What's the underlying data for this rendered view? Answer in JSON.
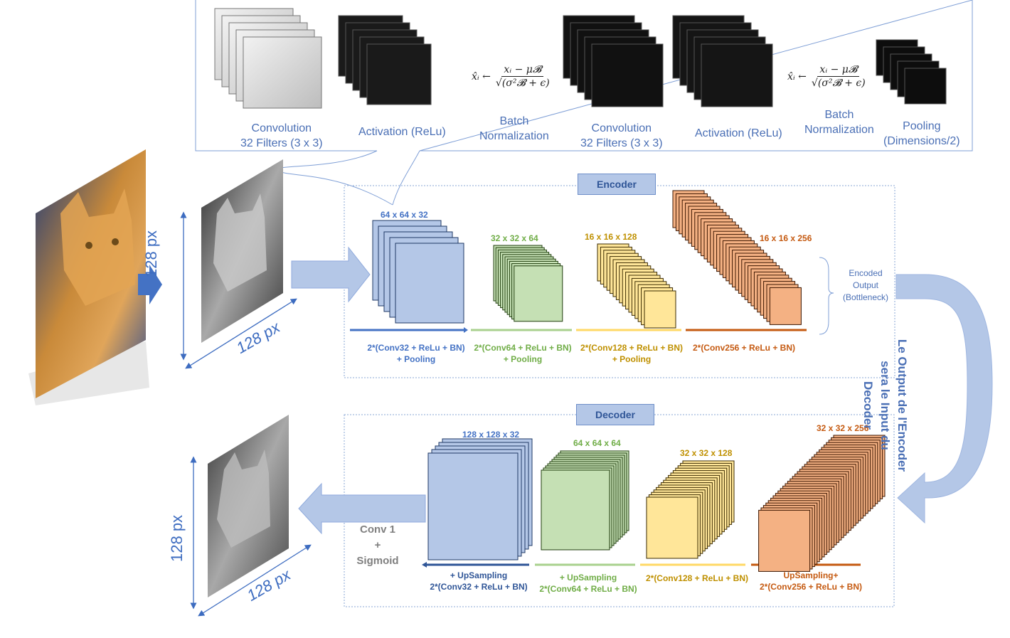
{
  "colors": {
    "blue": "#b4c7e7",
    "blue_edge": "#2f5597",
    "blue_text": "#4a6fb5",
    "green": "#c5e0b4",
    "green_text": "#70ad47",
    "yellow": "#ffe699",
    "yellow_text": "#bf9000",
    "orange": "#f4b183",
    "orange_text": "#c55a11",
    "arrow": "#b4c7e7"
  },
  "icons": {
    "input": "cat-color-photo-icon",
    "grayscale": "cat-grayscale-photo-icon",
    "output": "cat-reconstructed-photo-icon"
  },
  "detail": {
    "steps": [
      {
        "label": "Convolution\n32 Filters (3 x 3)",
        "icon": "feature-map-stack-icon"
      },
      {
        "label": "Activation (ReLu)",
        "icon": "feature-map-stack-icon"
      },
      {
        "label": "Batch\nNormalization",
        "icon": "batch-norm-formula"
      },
      {
        "label": "Convolution\n32 Filters (3 x 3)",
        "icon": "feature-map-stack-icon"
      },
      {
        "label": "Activation (ReLu)",
        "icon": "feature-map-stack-icon"
      },
      {
        "label": "Batch\nNormalization",
        "icon": "batch-norm-formula"
      },
      {
        "label": "Pooling\n(Dimensions/2)",
        "icon": "feature-map-stack-icon"
      }
    ],
    "formula": {
      "lhs": "x̂ᵢ ←",
      "numerator": "xᵢ − μ𝓑",
      "denominator": "√(σ²𝓑 + ϵ)"
    }
  },
  "dimensions": {
    "width": "128 px",
    "height": "128 px"
  },
  "encoder": {
    "title": "Encoder",
    "blocks": [
      {
        "dims": "64 x 64 x 32",
        "op": "2*(Conv32 + ReLu + BN)\n+ Pooling",
        "color": "blue"
      },
      {
        "dims": "32 x 32 x 64",
        "op": "2*(Conv64 + ReLu + BN)\n+ Pooling",
        "color": "green"
      },
      {
        "dims": "16 x 16 x 128",
        "op": "2*(Conv128 + ReLu + BN)\n+ Pooling",
        "color": "yellow"
      },
      {
        "dims": "16 x 16 x 256",
        "op": "2*(Conv256 + ReLu + BN)",
        "color": "orange"
      }
    ],
    "bottleneck": "Encoded\nOutput\n(Bottleneck)"
  },
  "bridge": {
    "text": "Le Output de l'Encoder\nsera le Input du\nDecoder"
  },
  "decoder": {
    "title": "Decoder",
    "blocks": [
      {
        "dims": "128 x 128 x 32",
        "op": "+ UpSampling\n2*(Conv32 + ReLu + BN)",
        "color": "blue"
      },
      {
        "dims": "64 x 64 x 64",
        "op": "+ UpSampling\n2*(Conv64 + ReLu + BN)",
        "color": "green"
      },
      {
        "dims": "32 x 32 x 128",
        "op": "2*(Conv128 + ReLu + BN)",
        "color": "yellow"
      },
      {
        "dims": "32 x 32 x 256",
        "op": "UpSampling+\n2*(Conv256 + ReLu + BN)",
        "color": "orange"
      }
    ],
    "final": "Conv 1\n+\nSigmoid"
  }
}
